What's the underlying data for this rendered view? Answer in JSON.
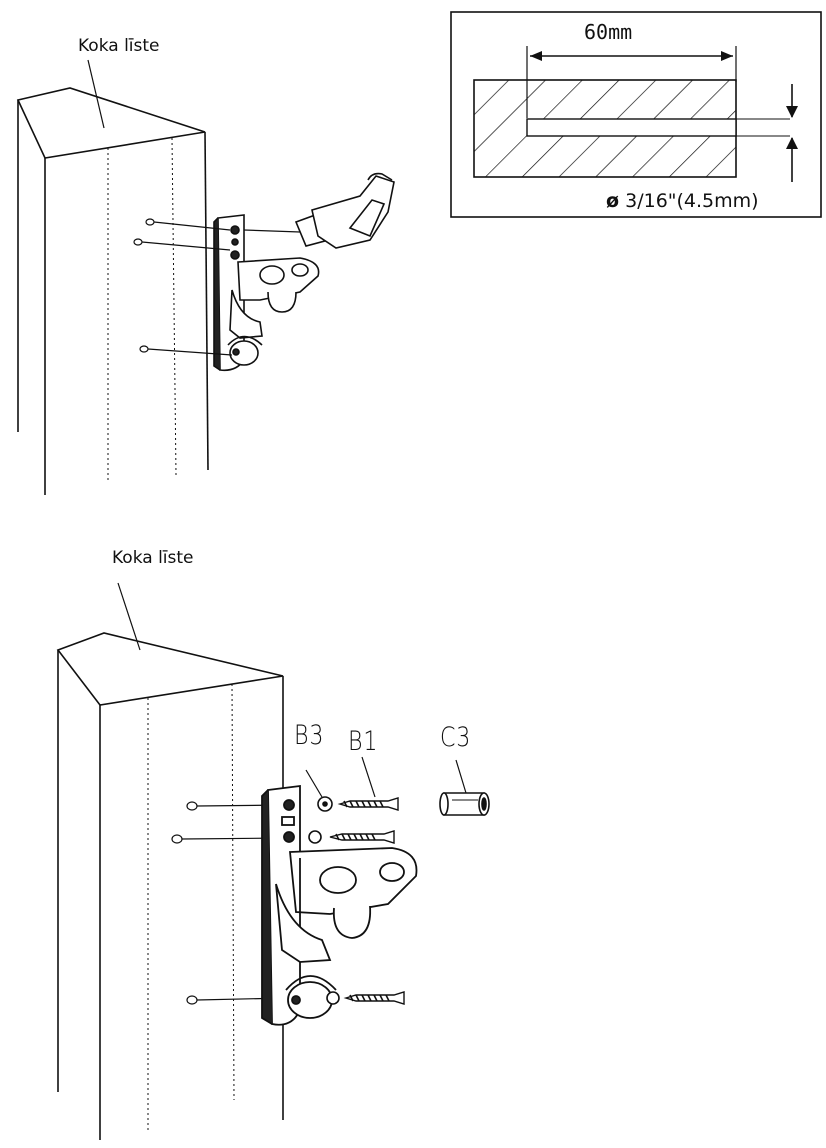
{
  "top_figure": {
    "wood_label": "Koka līste",
    "detail": {
      "depth_label": "60mm",
      "diameter_symbol": "ø",
      "diameter_label": "3/16\"(4.5mm)"
    }
  },
  "bottom_figure": {
    "wood_label": "Koka līste",
    "parts": {
      "washer": "B3",
      "screw": "B1",
      "anchor": "C3"
    }
  },
  "colors": {
    "line": "#111111",
    "background": "#ffffff"
  }
}
